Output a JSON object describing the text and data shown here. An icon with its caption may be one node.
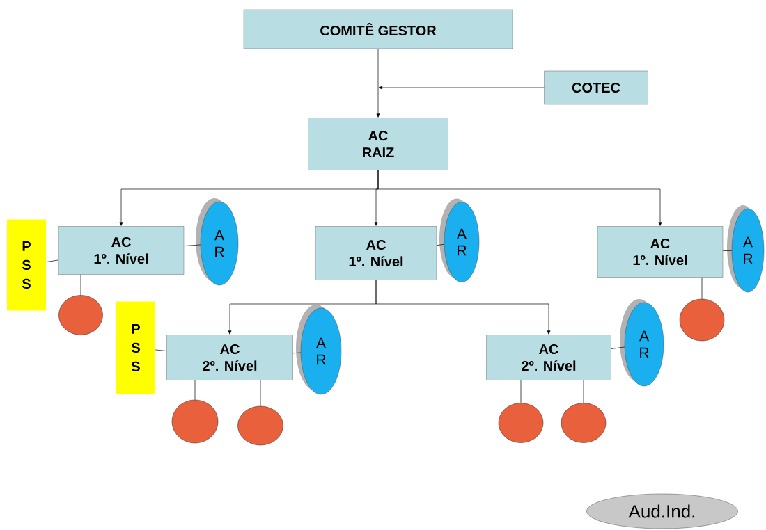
{
  "diagram": {
    "nodes": [
      {
        "text": [
          "COMITÊ GESTOR"
        ]
      },
      {
        "text": [
          "COTEC"
        ]
      },
      {
        "text": [
          "AC",
          "RAIZ"
        ]
      },
      {
        "text": [
          "AC",
          "1º. Nível"
        ]
      },
      {
        "text": [
          "AC",
          "1º. Nível"
        ]
      },
      {
        "text": [
          "AC",
          "1º. Nível"
        ]
      },
      {
        "text": [
          "P S S"
        ]
      },
      {
        "text": [
          "A R"
        ]
      },
      {
        "text": [
          "A R"
        ]
      },
      {
        "text": [
          "A R"
        ]
      },
      {
        "text": [],
        "shape": "circle"
      },
      {
        "text": [
          "AC",
          "2º. Nível"
        ]
      },
      {
        "text": [
          "AC",
          "2º. Nível"
        ]
      },
      {
        "text": [
          "P S S"
        ]
      },
      {
        "text": [
          "A R"
        ]
      },
      {
        "text": [
          "A R"
        ]
      },
      {
        "text": [],
        "shape": "circle"
      },
      {
        "text": [],
        "shape": "circle"
      },
      {
        "text": [],
        "shape": "circle"
      },
      {
        "text": [],
        "shape": "circle"
      },
      {
        "text": [],
        "shape": "circle"
      },
      {
        "text": [
          "Aud.Ind."
        ]
      }
    ],
    "edges": [
      {
        "from": 0,
        "to": 2,
        "arrow": "to"
      },
      {
        "from": 1,
        "to": null,
        "arrow": "to"
      },
      {
        "from": 2,
        "to": 3,
        "arrow": "to"
      },
      {
        "from": 2,
        "to": 4,
        "arrow": "to"
      },
      {
        "from": 2,
        "to": 5,
        "arrow": "to"
      },
      {
        "from": 4,
        "to": 11,
        "arrow": "to"
      },
      {
        "from": 4,
        "to": 12,
        "arrow": "to"
      },
      {
        "from": 6,
        "to": 3,
        "arrow": "none"
      },
      {
        "from": 3,
        "to": 7,
        "arrow": "none"
      },
      {
        "from": 4,
        "to": 8,
        "arrow": "none"
      },
      {
        "from": 5,
        "to": 9,
        "arrow": "none"
      },
      {
        "from": 3,
        "to": 10,
        "arrow": "none"
      },
      {
        "from": 5,
        "to": 20,
        "arrow": "none"
      },
      {
        "from": 13,
        "to": 11,
        "arrow": "none"
      },
      {
        "from": 11,
        "to": 14,
        "arrow": "none"
      },
      {
        "from": 12,
        "to": 15,
        "arrow": "none"
      },
      {
        "from": 11,
        "to": 16,
        "arrow": "none"
      },
      {
        "from": 11,
        "to": 17,
        "arrow": "none"
      },
      {
        "from": 12,
        "to": 18,
        "arrow": "none"
      },
      {
        "from": 12,
        "to": 19,
        "arrow": "none"
      }
    ]
  }
}
